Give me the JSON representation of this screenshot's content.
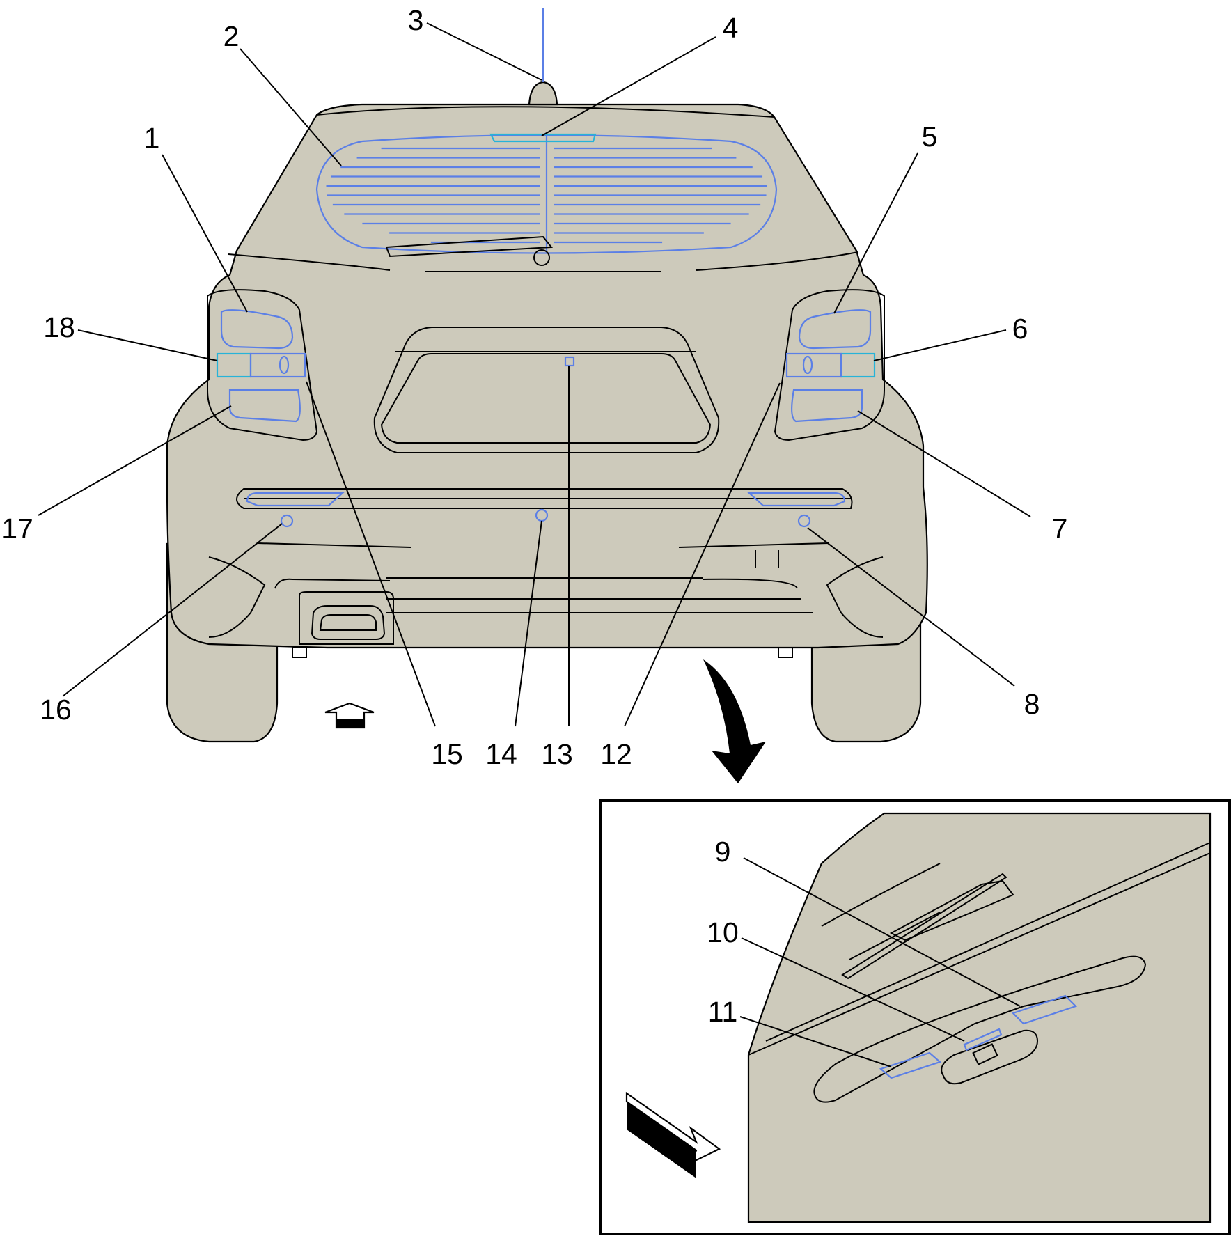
{
  "diagram": {
    "callouts": [
      "1",
      "2",
      "3",
      "4",
      "5",
      "6",
      "7",
      "8",
      "9",
      "10",
      "11",
      "12",
      "13",
      "14",
      "15",
      "16",
      "17",
      "18"
    ]
  },
  "colors": {
    "body_fill": "#cdcabb",
    "outline": "#000000",
    "component_highlight": "#5b7fe6",
    "lamp_highlight": "#27b3d8"
  },
  "icons": {
    "view_direction_arrow": "up-arrow-icon",
    "detail_arrow": "curved-down-arrow-icon",
    "detail_view_arrow": "right-arrow-icon"
  }
}
